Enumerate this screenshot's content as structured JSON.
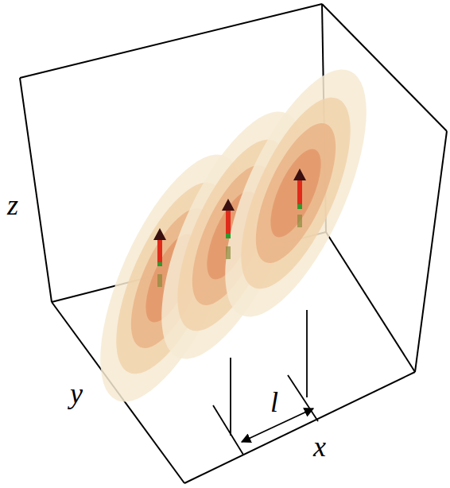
{
  "diagram": {
    "labels": [
      "z",
      "y",
      "l",
      "x"
    ]
  }
}
